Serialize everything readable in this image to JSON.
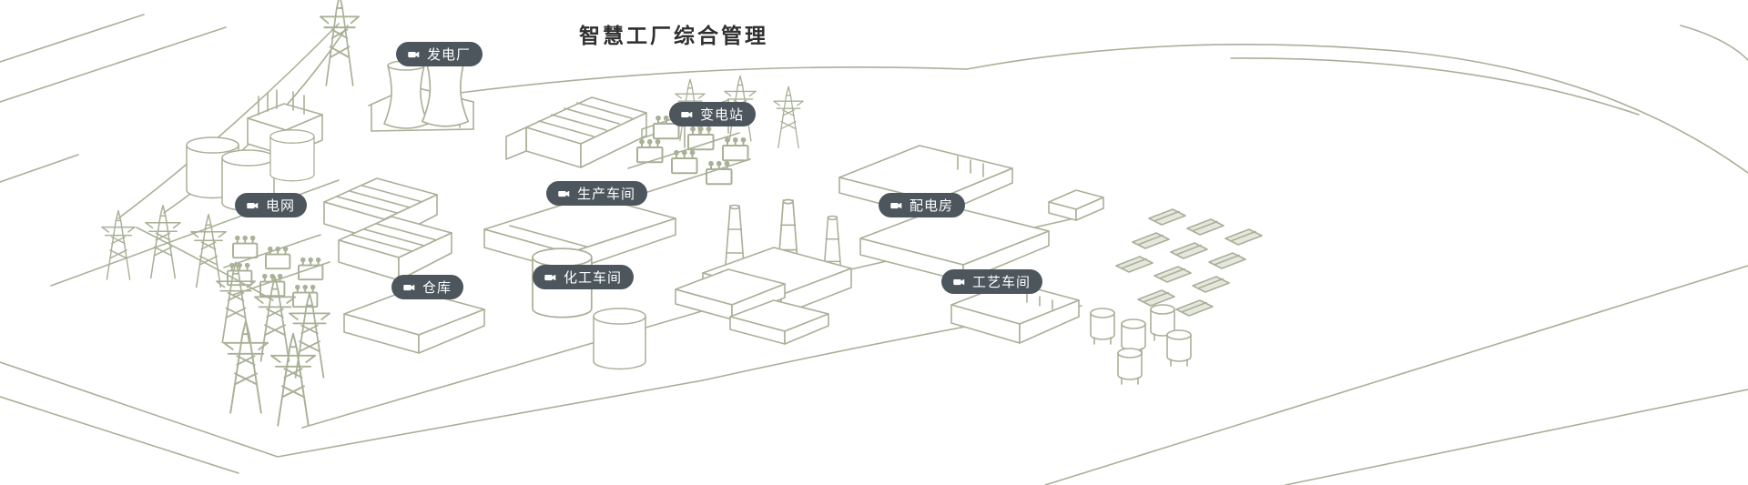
{
  "page": {
    "title": "智慧工厂综合管理"
  },
  "theme": {
    "background": "#ffffff",
    "title_color": "#2f2f2f",
    "line_color": "#a9b096",
    "badge_bg": "#4d565d",
    "badge_text": "#ffffff"
  },
  "pins": [
    {
      "id": "power-plant",
      "label": "发电厂",
      "icon": "camera-icon"
    },
    {
      "id": "substation",
      "label": "变电站",
      "icon": "camera-icon"
    },
    {
      "id": "power-grid",
      "label": "电网",
      "icon": "camera-icon"
    },
    {
      "id": "production-workshop",
      "label": "生产车间",
      "icon": "camera-icon"
    },
    {
      "id": "distribution-room",
      "label": "配电房",
      "icon": "camera-icon"
    },
    {
      "id": "warehouse",
      "label": "仓库",
      "icon": "camera-icon"
    },
    {
      "id": "chemical-workshop",
      "label": "化工车间",
      "icon": "camera-icon"
    },
    {
      "id": "process-workshop",
      "label": "工艺车间",
      "icon": "camera-icon"
    }
  ]
}
